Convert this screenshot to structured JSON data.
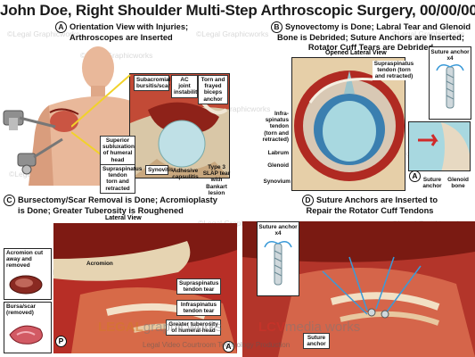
{
  "title": "John Doe, Right Shoulder Multi-Step Arthroscopic Surgery, 00/00/00",
  "watermark": "©Legal Graphicworks",
  "footer": {
    "brand_left": "LEGAL",
    "brand_left_tail": "graphicworks",
    "brand_right": "LCV",
    "brand_right_tail": "media works",
    "tagline": "Legal Video Courtroom Technology Production"
  },
  "panels": {
    "a": {
      "letter": "A",
      "caption_line1": "Orientation View with Injuries;",
      "caption_line2": "Arthroscopes are Inserted",
      "labels": {
        "subacromial": "Subacromial bursitis/scar",
        "ac_joint": "AC joint instability",
        "biceps": "Torn and frayed biceps anchor",
        "superior": "Superior subluxation of humeral head",
        "supraspinatus": "Supraspinatus tendon torn and retracted",
        "synovitis": "Synovitis",
        "adhesive": "Adhesive capsulitis",
        "slap": "Type 3 SLAP tear with Bankart lesion"
      }
    },
    "b": {
      "letter": "B",
      "caption_line1": "Synovectomy is Done; Labral Tear and Glenoid",
      "caption_line2": "Bone is Debrided; Suture Anchors are Inserted;",
      "caption_line3": "Rotator Cuff Tears are Debrided",
      "sublabel": "Opened Lateral View",
      "labels": {
        "supraspinatus": "Supraspinatus tendon (torn and retracted)",
        "infraspinatus": "Infra-spinatus tendon (torn and retracted)",
        "labrum": "Labrum",
        "glenoid": "Glenoid",
        "synovium": "Synovium",
        "suture_anchor_x4": "Suture anchor x4",
        "suture_anchor": "Suture anchor",
        "glenoid_bone": "Glenoid bone",
        "inset_letter": "A"
      }
    },
    "c": {
      "letter": "C",
      "caption_line1": "Bursectomy/Scar Removal is Done; Acromioplasty",
      "caption_line2": "is Done; Greater Tuberosity is Roughened",
      "sublabel": "Lateral View",
      "labels": {
        "acromion_cut": "Acromion cut away and removed",
        "bursa_scar": "Bursa/scar (removed)",
        "acromion": "Acromion",
        "supraspinatus": "Supraspinatus tendon tear",
        "infraspinatus": "Infraspinatus tendon tear",
        "greater_tuberosity": "Greater tuberosity of humeral head",
        "corner_p": "P",
        "corner_a": "A"
      }
    },
    "d": {
      "letter": "D",
      "caption_line1": "Suture Anchors are Inserted to",
      "caption_line2": "Repair the Rotator Cuff Tendons",
      "labels": {
        "suture_anchor_x4": "Suture anchor x4",
        "suture_anchor": "Suture anchor"
      }
    }
  },
  "colors": {
    "tissue_red": "#b8302a",
    "tissue_dark": "#6e1410",
    "cartilage_blue": "#9fd0d8",
    "bone_cream": "#e8dcc0",
    "skin": "#e9b89a",
    "watermark": "#d9d9d9"
  }
}
